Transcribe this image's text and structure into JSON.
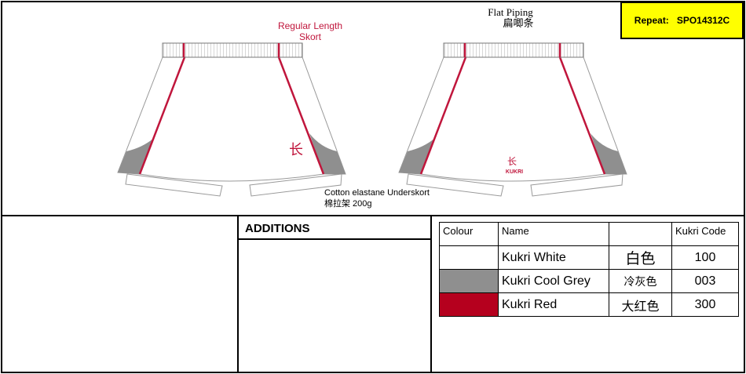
{
  "repeat": {
    "label": "Repeat:",
    "code": "SPO14312C"
  },
  "annotations": {
    "length_line1": "Regular Length",
    "length_line2": "Skort",
    "piping_en": "Flat Piping",
    "piping_cn": "扁唧条",
    "underskort_en": "Cotton elastane Underskort",
    "underskort_cn": "棉拉架 200g",
    "logo_text": "KUKRI"
  },
  "additions": {
    "title": "ADDITIONS"
  },
  "colour_table": {
    "headers": [
      "Colour",
      "Name",
      "",
      "Kukri Code"
    ],
    "rows": [
      {
        "swatch": "#ffffff",
        "name": "Kukri White",
        "cn": "白色",
        "code": "100"
      },
      {
        "swatch": "#8f8f8f",
        "name": "Kukri Cool Grey",
        "cn": "冷灰色",
        "code": "003"
      },
      {
        "swatch": "#b5001e",
        "name": "Kukri Red",
        "cn": "大红色",
        "code": "300"
      }
    ]
  },
  "colors": {
    "red": "#c0163c",
    "grey": "#8f8f8f",
    "yellow": "#ffff00"
  }
}
